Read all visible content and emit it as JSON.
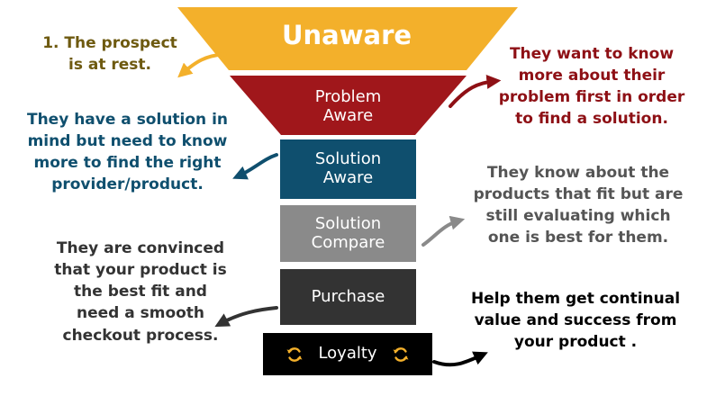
{
  "colors": {
    "unaware": "#F3B02B",
    "problem_aware": "#A0171B",
    "solution_aware": "#0F4F6E",
    "solution_compare": "#8A8A8A",
    "purchase": "#333333",
    "loyalty": "#000000",
    "loyalty_icon": "#F3B02B",
    "note_unaware": "#6E5A10",
    "note_problem": "#8E1015",
    "note_solution_aware": "#0F4F6E",
    "note_compare": "#555555",
    "note_purchase": "#333333",
    "note_loyalty": "#000000",
    "arrow_unaware": "#F3B02B",
    "arrow_problem": "#8E1015",
    "arrow_solution_aware": "#0F4F6E",
    "arrow_compare": "#8A8A8A",
    "arrow_purchase": "#333333",
    "arrow_loyalty": "#000000"
  },
  "funnel": {
    "unaware": {
      "label": "Unaware"
    },
    "problem_aware": {
      "line1": "Problem",
      "line2": "Aware"
    },
    "solution_aware": {
      "line1": "Solution",
      "line2": "Aware"
    },
    "solution_compare": {
      "line1": "Solution",
      "line2": "Compare"
    },
    "purchase": {
      "label": "Purchase"
    },
    "loyalty": {
      "label": "Loyalty",
      "icon": "refresh-loop-icon"
    }
  },
  "notes": {
    "unaware": {
      "lines": [
        "1. The prospect",
        "is at rest."
      ]
    },
    "problem_aware": {
      "lines": [
        "They want to know",
        "more about their",
        "problem first in order",
        "to find a solution."
      ]
    },
    "solution_aware": {
      "lines": [
        "They have a solution in",
        "mind but need to know",
        "more to find the right",
        "provider/product."
      ]
    },
    "solution_compare": {
      "lines": [
        "They know about the",
        "products that fit but are",
        "still evaluating which",
        "one is best for them."
      ]
    },
    "purchase": {
      "lines": [
        "They are convinced",
        "that your product is",
        "the best fit and",
        "need a smooth",
        "checkout process."
      ]
    },
    "loyalty": {
      "lines": [
        "Help them get continual",
        "value and success from",
        "your product ."
      ]
    }
  }
}
